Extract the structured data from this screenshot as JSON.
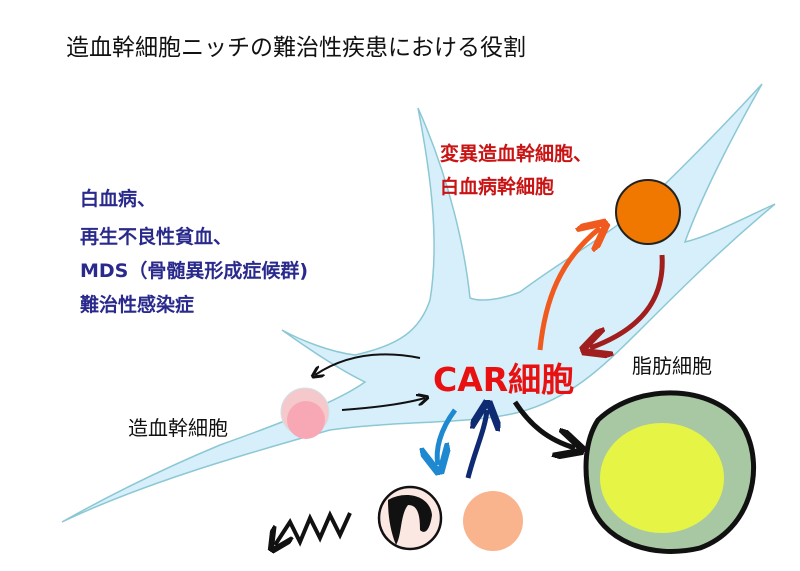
{
  "title": "造血幹細胞ニッチの難治性疾患における役割",
  "diseases": [
    "白血病、",
    "再生不良性貧血、",
    "MDS（骨髄異形成症候群)",
    "難治性感染症"
  ],
  "mutant_cells": [
    "変異造血幹細胞、",
    "白血病幹細胞"
  ],
  "car_cell": "CAR細胞",
  "adipocyte": "脂肪細胞",
  "hsc": "造血幹細胞",
  "colors": {
    "cell": "#d6effa",
    "car": "#e81010",
    "disease_text": "#2a2a8c",
    "mutant_text": "#c81414",
    "orange_cell": "#f07800",
    "adipocyte_fill": "#e6f545"
  }
}
